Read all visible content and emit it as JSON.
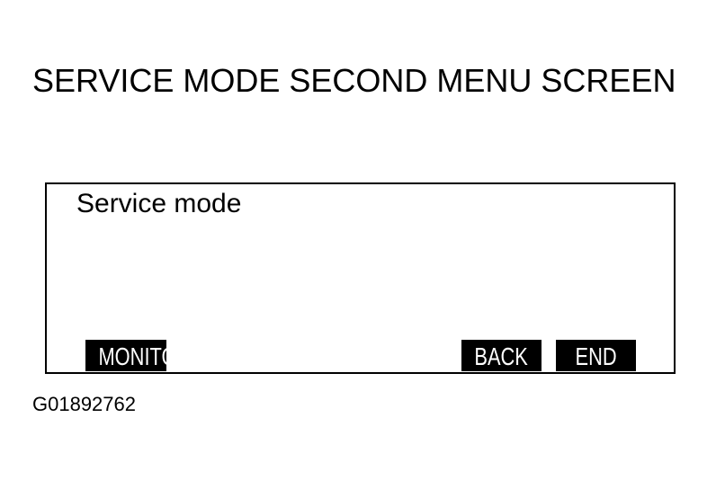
{
  "title": "SERVICE MODE SECOND MENU SCREEN",
  "screen": {
    "heading": "Service mode",
    "buttons": {
      "monitor": "MONITOR",
      "back": "BACK",
      "end": "END"
    }
  },
  "figure_code": "G01892762",
  "colors": {
    "background": "#ffffff",
    "foreground": "#000000",
    "button_background": "#000000",
    "button_text": "#ffffff"
  }
}
